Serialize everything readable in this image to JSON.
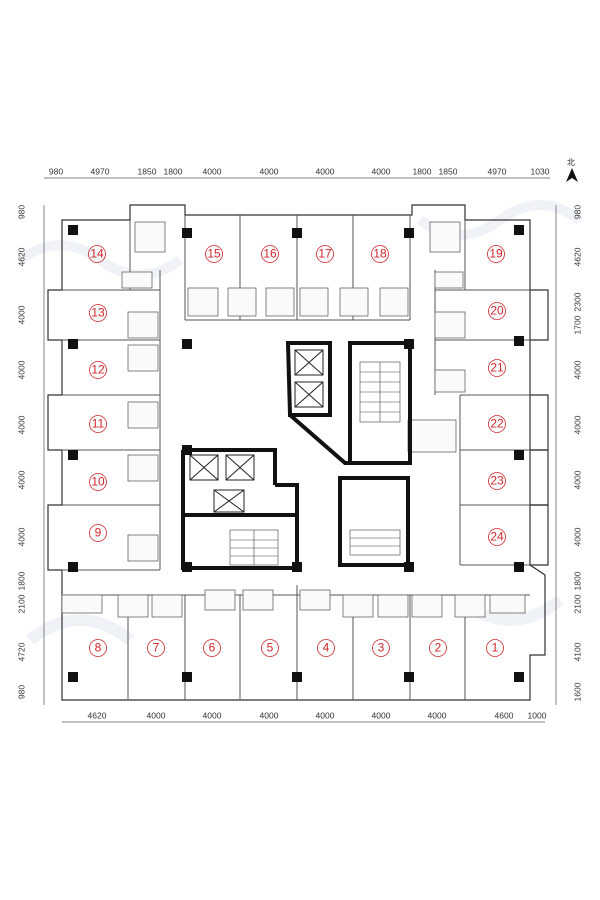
{
  "compass": {
    "label": "北"
  },
  "dimensions": {
    "top": [
      "980",
      "4970",
      "1850",
      "1800",
      "4000",
      "4000",
      "4000",
      "4000",
      "1800",
      "1850",
      "4970",
      "1030"
    ],
    "bottom": [
      "4620",
      "4000",
      "4000",
      "4000",
      "4000",
      "4000",
      "4000",
      "4600",
      "1000"
    ],
    "left": [
      "980",
      "4620",
      "4000",
      "4000",
      "4000",
      "4000",
      "4000",
      "1800",
      "2100",
      "4720",
      "980"
    ],
    "right": [
      "980",
      "4620",
      "2300",
      "1700",
      "4000",
      "4000",
      "4000",
      "4000",
      "1800",
      "2100",
      "4100",
      "1600"
    ]
  },
  "rooms": [
    "1",
    "2",
    "3",
    "4",
    "5",
    "6",
    "7",
    "8",
    "9",
    "10",
    "11",
    "12",
    "13",
    "14",
    "15",
    "16",
    "17",
    "18",
    "19",
    "20",
    "21",
    "22",
    "23",
    "24"
  ],
  "colors": {
    "wall": "#111111",
    "thin": "#555555",
    "room_number": "#d0262b",
    "background_pattern": "#eef2f6"
  }
}
